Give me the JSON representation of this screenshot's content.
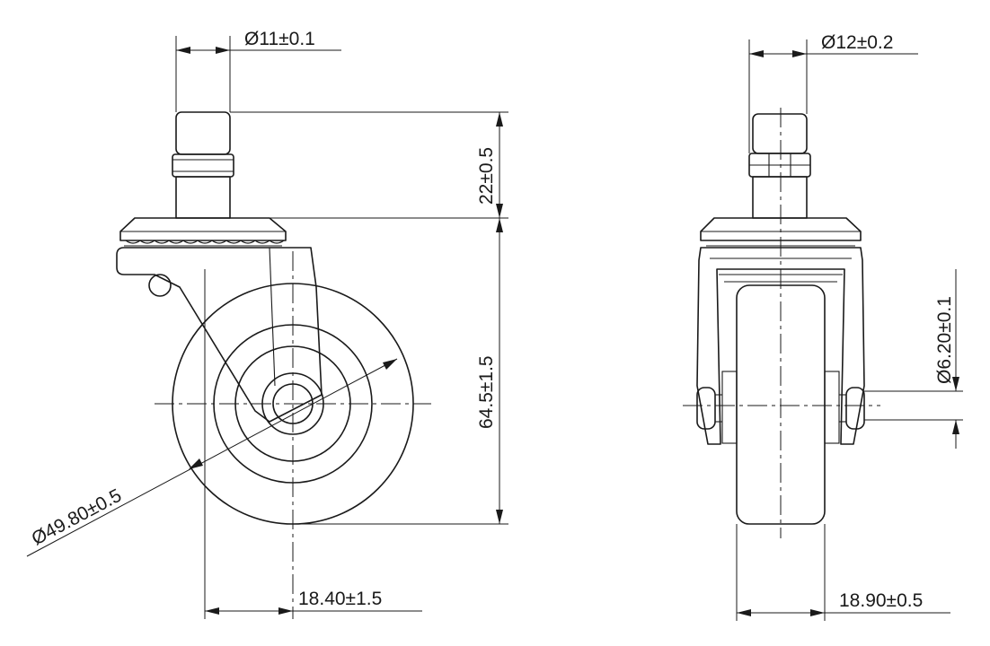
{
  "dimensions": {
    "stem_diameter_side": "Ø11±0.1",
    "stem_diameter_front": "Ø12±0.2",
    "stem_height": "22±0.5",
    "overall_height": "64.5±1.5",
    "wheel_diameter": "Ø49.80±0.5",
    "offset": "18.40±1.5",
    "axle_diameter": "Ø6.20±0.1",
    "wheel_width": "18.90±0.5"
  }
}
